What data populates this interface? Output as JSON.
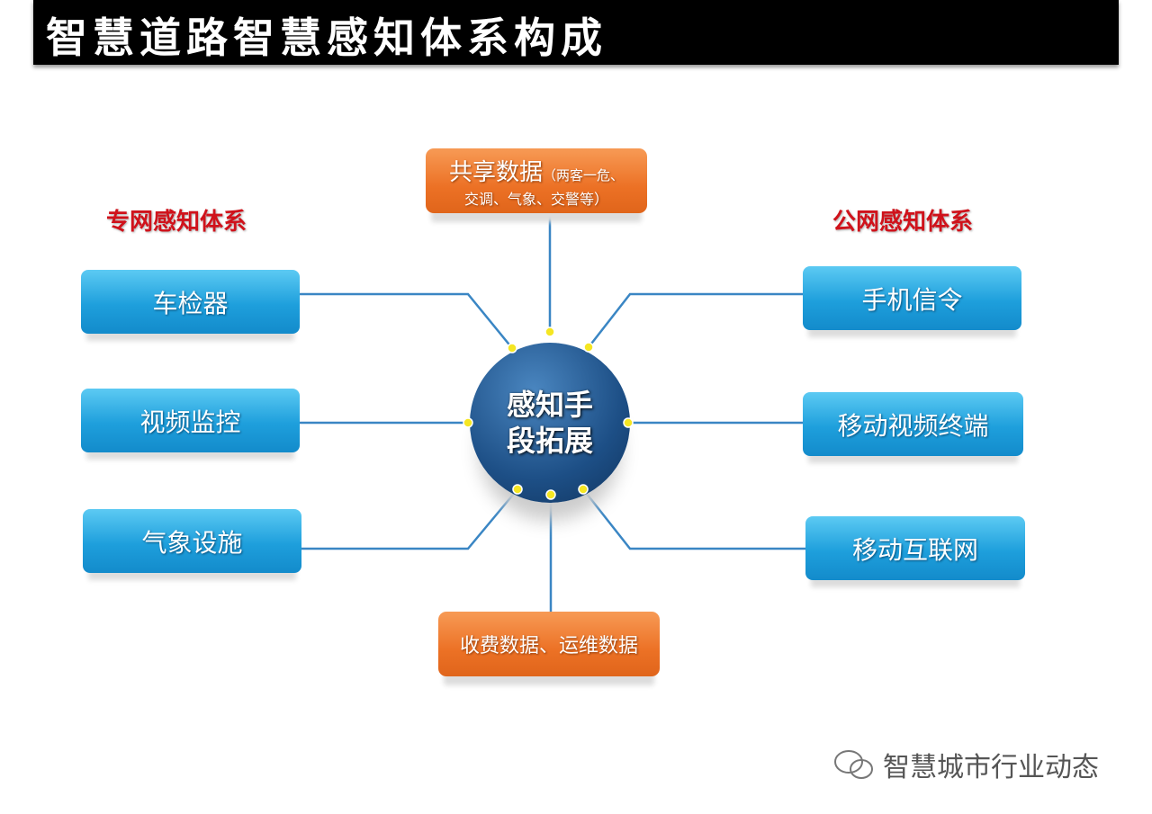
{
  "title": "智慧道路智慧感知体系构成",
  "left_group": "专网感知体系",
  "right_group": "公网感知体系",
  "center": {
    "line1": "感知手",
    "line2": "段拓展"
  },
  "top_box": {
    "main": "共享数据",
    "sub1": "（两客一危、",
    "sub2": "交调、气象、交警等）"
  },
  "bottom_box": "收费数据、运维数据",
  "left_items": [
    "车检器",
    "视频监控",
    "气象设施"
  ],
  "right_items": [
    "手机信令",
    "移动视频终端",
    "移动互联网"
  ],
  "watermark": "智慧城市行业动态",
  "colors": {
    "blue": "#1e9fdc",
    "orange": "#ec7125",
    "red": "#d0121b",
    "node": "#f5e623"
  }
}
